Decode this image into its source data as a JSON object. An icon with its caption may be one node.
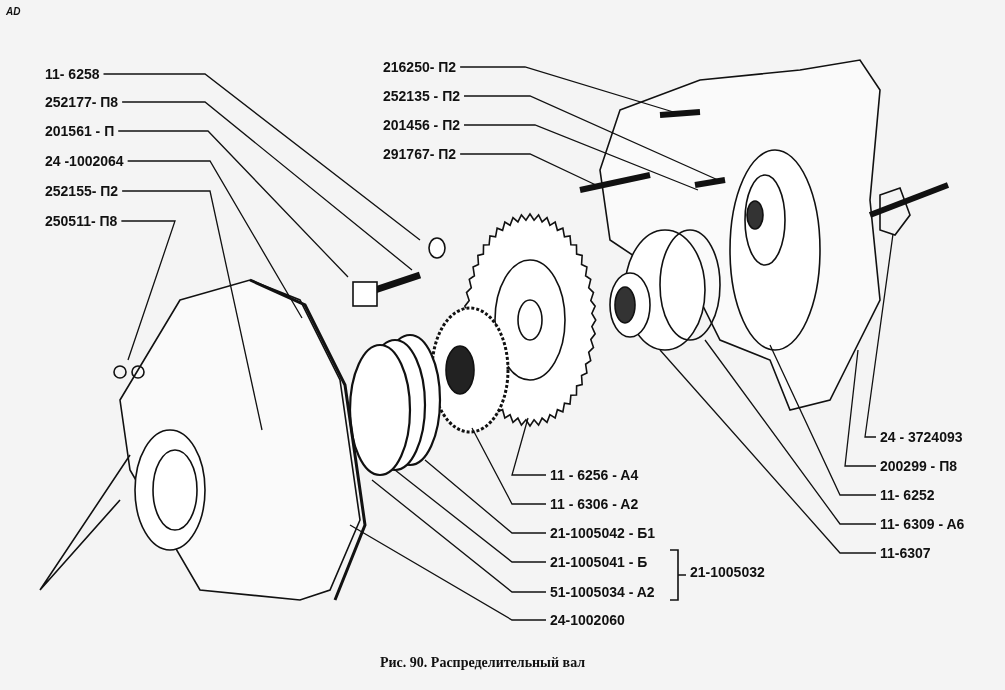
{
  "diagram": {
    "caption": "Рис. 90. Распределительный вал",
    "nodes": [
      {
        "text": [
          "11- 6258"
        ]
      },
      {
        "text": [
          "252177- П8"
        ]
      },
      {
        "text": [
          "201561 - П"
        ]
      },
      {
        "text": [
          "24 -1002064"
        ]
      },
      {
        "text": [
          "252155- П2"
        ]
      },
      {
        "text": [
          "250511- П8"
        ]
      },
      {
        "text": [
          "216250- П2"
        ]
      },
      {
        "text": [
          "252135 - П2"
        ]
      },
      {
        "text": [
          "201456 - П2"
        ]
      },
      {
        "text": [
          "291767- П2"
        ]
      },
      {
        "text": [
          "11 - 6256 - A4"
        ]
      },
      {
        "text": [
          "11 - 6306 - A2"
        ]
      },
      {
        "text": [
          "21-1005042 - Б1"
        ]
      },
      {
        "text": [
          "21-1005041 - Б"
        ]
      },
      {
        "text": [
          "51-1005034 - A2"
        ]
      },
      {
        "text": [
          "24-1002060"
        ]
      },
      {
        "text": [
          "24 - 3724093"
        ]
      },
      {
        "text": [
          "200299 - П8"
        ]
      },
      {
        "text": [
          "11- 6252"
        ]
      },
      {
        "text": [
          "11- 6309 - A6"
        ]
      },
      {
        "text": [
          "11-6307"
        ]
      }
    ],
    "edges": [
      {
        "from": 0,
        "to": null,
        "arrow": "none"
      },
      {
        "from": 1,
        "to": null,
        "arrow": "none"
      },
      {
        "from": 2,
        "to": null,
        "arrow": "none"
      },
      {
        "from": 3,
        "to": null,
        "arrow": "none"
      },
      {
        "from": 4,
        "to": null,
        "arrow": "none"
      },
      {
        "from": 5,
        "to": null,
        "arrow": "none"
      },
      {
        "from": 6,
        "to": null,
        "arrow": "none"
      },
      {
        "from": 7,
        "to": null,
        "arrow": "none"
      },
      {
        "from": 8,
        "to": null,
        "arrow": "none"
      },
      {
        "from": 9,
        "to": null,
        "arrow": "none"
      },
      {
        "from": 10,
        "to": null,
        "arrow": "none"
      },
      {
        "from": 11,
        "to": null,
        "arrow": "none"
      },
      {
        "from": 12,
        "to": null,
        "arrow": "none"
      },
      {
        "from": 13,
        "to": null,
        "arrow": "none"
      },
      {
        "from": 14,
        "to": null,
        "arrow": "none"
      },
      {
        "from": 15,
        "to": null,
        "arrow": "none"
      },
      {
        "from": 16,
        "to": null,
        "arrow": "none"
      },
      {
        "from": 17,
        "to": null,
        "arrow": "none"
      },
      {
        "from": 18,
        "to": null,
        "arrow": "none"
      },
      {
        "from": 19,
        "to": null,
        "arrow": "none"
      },
      {
        "from": 20,
        "to": null,
        "arrow": "none"
      }
    ],
    "labels": [
      "AD",
      "21-1005032"
    ]
  }
}
